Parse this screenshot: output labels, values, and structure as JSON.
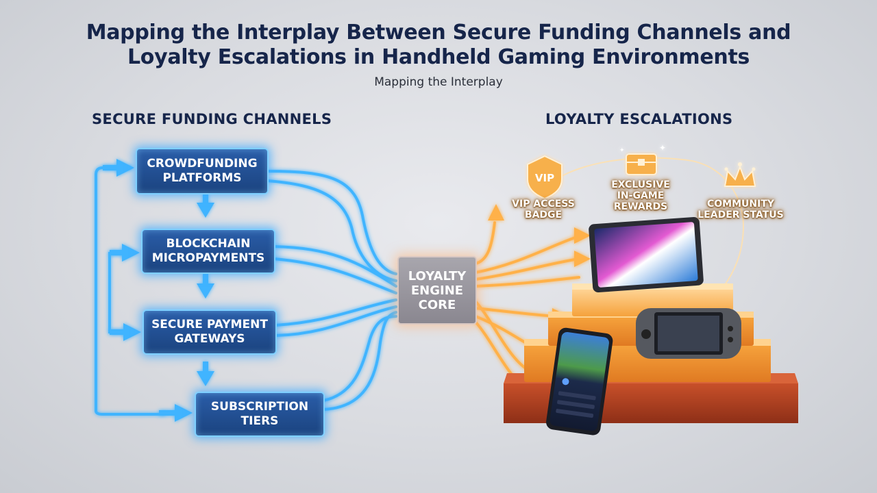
{
  "header": {
    "title_line1": "Mapping the Interplay Between Secure Funding Channels and",
    "title_line2": "Loyalty Escalations in Handheld Gaming Environments",
    "subtitle": "Mapping the Interplay"
  },
  "funding": {
    "heading": "SECURE FUNDING CHANNELS",
    "channels": [
      {
        "line1": "CROWDFUNDING",
        "line2": "PLATFORMS"
      },
      {
        "line1": "BLOCKCHAIN",
        "line2": "MICROPAYMENTS"
      },
      {
        "line1": "SECURE PAYMENT",
        "line2": "GATEWAYS"
      },
      {
        "line1": "SUBSCRIPTION",
        "line2": "TIERS"
      }
    ]
  },
  "core": {
    "line1": "LOYALTY",
    "line2": "ENGINE",
    "line3": "CORE"
  },
  "loyalty": {
    "heading": "LOYALTY ESCALATIONS",
    "rewards": [
      {
        "icon": "vip-badge-icon",
        "badge_text": "VIP",
        "line1": "VIP ACCESS",
        "line2": "BADGE",
        "line3": ""
      },
      {
        "icon": "treasure-chest-icon",
        "line1": "EXCLUSIVE",
        "line2": "IN-GAME",
        "line3": "REWARDS"
      },
      {
        "icon": "crown-icon",
        "line1": "COMMUNITY",
        "line2": "LEADER STATUS",
        "line3": ""
      }
    ]
  },
  "colors": {
    "title": "#16254a",
    "funding_flow": "#3fb4ff",
    "loyalty_flow": "#ffb14a",
    "podium": "#f5a23c"
  }
}
